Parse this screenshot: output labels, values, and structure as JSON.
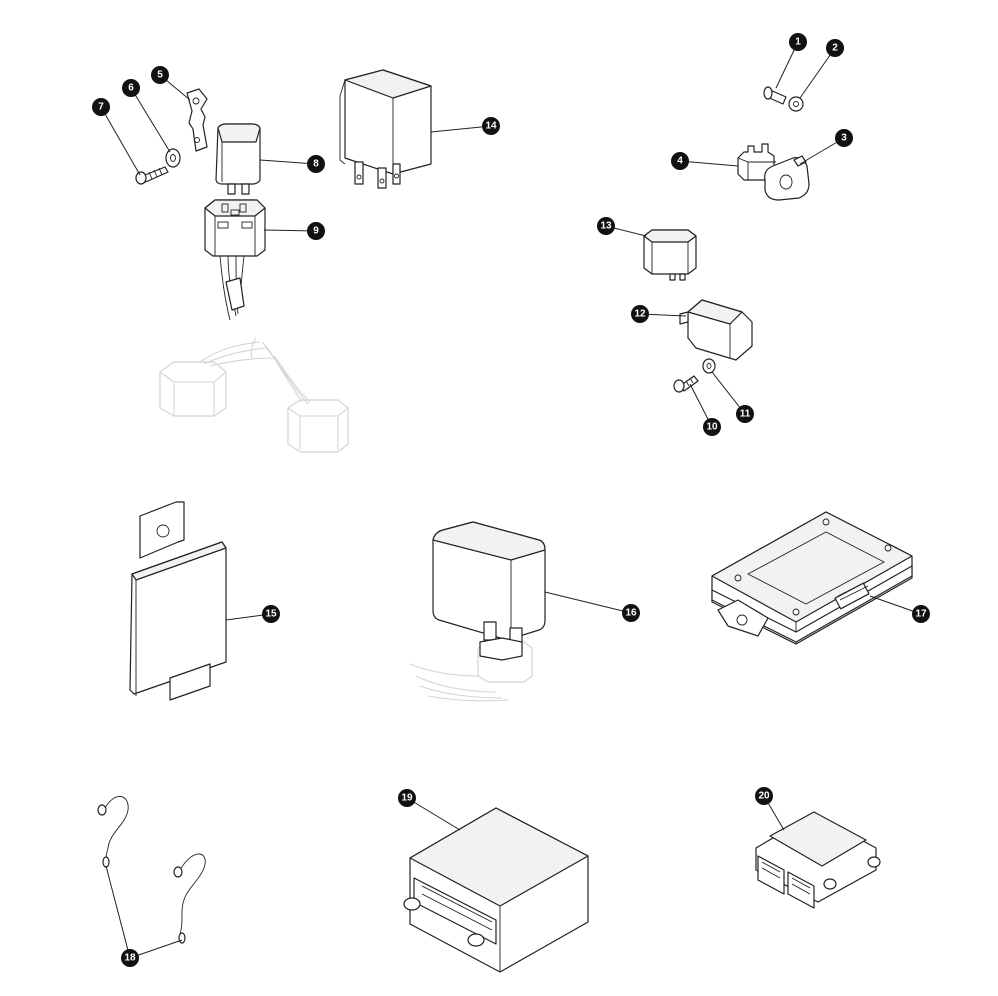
{
  "callouts": [
    {
      "id": "1",
      "label": "1"
    },
    {
      "id": "2",
      "label": "2"
    },
    {
      "id": "3",
      "label": "3"
    },
    {
      "id": "4",
      "label": "4"
    },
    {
      "id": "5",
      "label": "5"
    },
    {
      "id": "6",
      "label": "6"
    },
    {
      "id": "7",
      "label": "7"
    },
    {
      "id": "8",
      "label": "8"
    },
    {
      "id": "9",
      "label": "9"
    },
    {
      "id": "10",
      "label": "10"
    },
    {
      "id": "11",
      "label": "11"
    },
    {
      "id": "12",
      "label": "12"
    },
    {
      "id": "13",
      "label": "13"
    },
    {
      "id": "14",
      "label": "14"
    },
    {
      "id": "15",
      "label": "15"
    },
    {
      "id": "16",
      "label": "16"
    },
    {
      "id": "17",
      "label": "17"
    },
    {
      "id": "18",
      "label": "18"
    },
    {
      "id": "19",
      "label": "19"
    },
    {
      "id": "20",
      "label": "20"
    }
  ],
  "colors": {
    "line": "#222222",
    "callout_fill": "#111111",
    "callout_text": "#ffffff",
    "ghost": "#d4d4d4"
  }
}
